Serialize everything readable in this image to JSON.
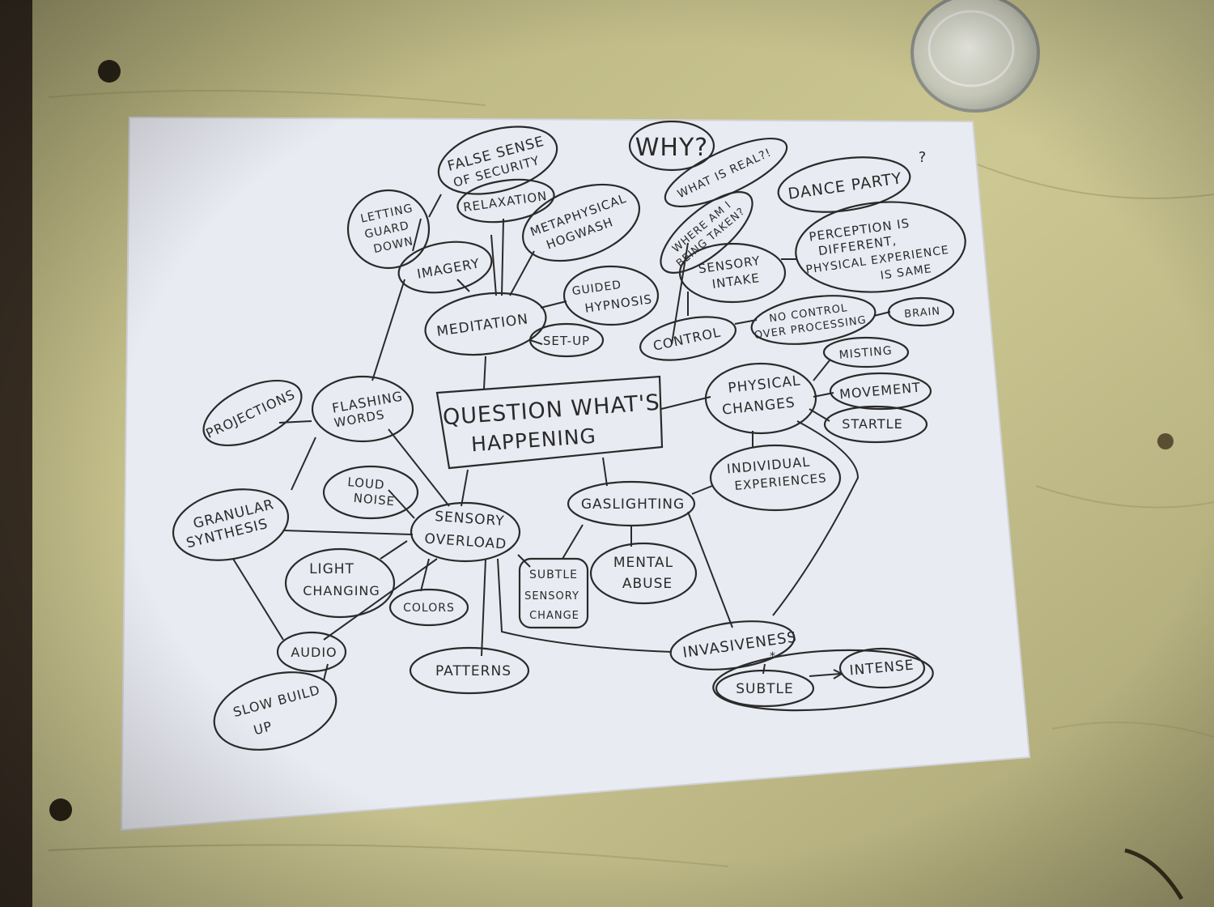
{
  "colors": {
    "wood": "#c9c48f",
    "wood_dark": "#9e9a6a",
    "paper": "#e9ebf2",
    "ink": "#2a2a2a"
  },
  "central_node": {
    "line1": "QUESTION WHAT'S",
    "line2": "HAPPENING"
  },
  "nodes": {
    "false_sense": [
      "FALSE SENSE",
      "OF SECURITY"
    ],
    "letting_guard": [
      "LETTING",
      "GUARD",
      "DOWN"
    ],
    "relaxation": "RELAXATION",
    "imagery": "IMAGERY",
    "meditation": "MEDITATION",
    "metaphysical": [
      "METAPHYSICAL",
      "HOGWASH"
    ],
    "guided_hypnosis": [
      "GUIDED",
      "HYPNOSIS"
    ],
    "set_up": "SET-UP",
    "why": "WHY?",
    "what_is_real": "WHAT IS REAL?!",
    "where_am_i": [
      "WHERE AM I",
      "BEING TAKEN?"
    ],
    "dance_party": "DANCE PARTY",
    "dance_party_q": "?",
    "sensory_intake": [
      "SENSORY",
      "INTAKE"
    ],
    "perception": [
      "PERCEPTION IS",
      "DIFFERENT,",
      "PHYSICAL EXPERIENCE",
      "IS SAME"
    ],
    "no_control": [
      "NO CONTROL",
      "OVER PROCESSING"
    ],
    "brain": "BRAIN",
    "control": "CONTROL",
    "misting": "MISTING",
    "movement": "MOVEMENT",
    "startle": "STARTLE",
    "physical_changes": [
      "PHYSICAL",
      "CHANGES"
    ],
    "individual_exp": [
      "INDIVIDUAL",
      "EXPERIENCES"
    ],
    "projections": "PROJECTIONS",
    "flashing_words": [
      "FLASHING",
      "WORDS"
    ],
    "loud_noise": [
      "LOUD",
      "NOISE"
    ],
    "granular": [
      "GRANULAR",
      "SYNTHESIS"
    ],
    "sensory_overload": [
      "SENSORY",
      "OVERLOAD"
    ],
    "gaslighting": "GASLIGHTING",
    "light_changing": [
      "LIGHT",
      "CHANGING"
    ],
    "colors": "COLORS",
    "subtle_sensory": [
      "SUBTLE",
      "SENSORY",
      "CHANGE"
    ],
    "mental_abuse": [
      "MENTAL",
      "ABUSE"
    ],
    "audio": "AUDIO",
    "slow_build": [
      "SLOW BUILD",
      "UP"
    ],
    "patterns": "PATTERNS",
    "invasiveness": "INVASIVENESS",
    "invasiveness_mark": "*",
    "subtle": "SUBTLE",
    "intense": "INTENSE"
  }
}
